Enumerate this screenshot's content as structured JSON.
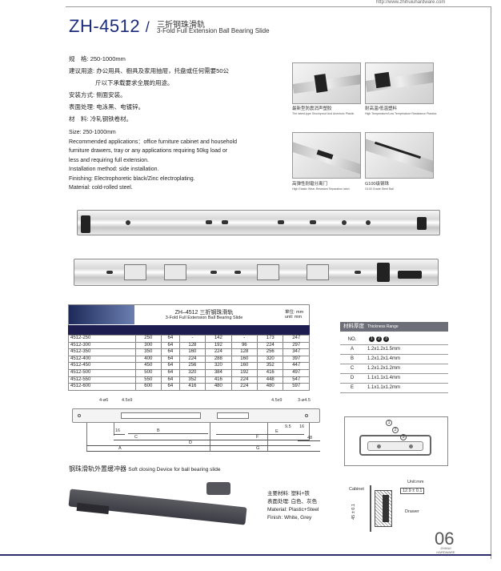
{
  "header": {
    "url": "http://www.zhihuiuhardware.com",
    "model": "ZH-4512",
    "slash": "/",
    "title_cn": "三折钢珠滑轨",
    "title_en": "3-Fold Full Extension Ball Bearing Slide"
  },
  "spec_cn": [
    {
      "label": "规　格:",
      "value": "250-1000mm"
    },
    {
      "label": "建议用途:",
      "value": "办公用具、橱具及家用抽屉，托盘或任何需要50公"
    },
    {
      "label": "",
      "value": "斤以下承载要求全展的用途。"
    },
    {
      "label": "安装方式:",
      "value": "侧面安装。"
    },
    {
      "label": "表面处理:",
      "value": "电泳黑、电镀锌。"
    },
    {
      "label": "材　料:",
      "value": "冷轧钢铁卷材。"
    }
  ],
  "spec_en": [
    "Size: 250-1000mm",
    "Recommended applications：office furniture cabinet and household",
    "furniture drawers, tray or any applications requiring 50kg load or",
    "less and requiring full extension.",
    "Installation method: side installation.",
    "Finishing: Electrophoretic black/Zinc electroplating.",
    "Material: cold-rolled steel."
  ],
  "features": [
    {
      "cn": "最新型防震消声塑胶",
      "en": "The latest-type Shockproof And Anechoic Plastic"
    },
    {
      "cn": "耐高温/低温塑料",
      "en": "High Temperature/Low Temperature Resistance Plastics"
    },
    {
      "cn": "高弹性耐磨分离门",
      "en": "High Elastic Wear-Resistant Separation latch"
    },
    {
      "cn": "G100级钢珠",
      "en": "G100 Grade Steel Ball"
    }
  ],
  "table": {
    "title_cn": "ZH–4512 三折钢珠滑轨",
    "title_en": "3-Fold Full Extension Ball Bearing Slide",
    "unit_cn": "单位: mm",
    "unit_en": "unit: mm",
    "rows": [
      [
        "4512-250",
        "250",
        "64",
        "-",
        "142",
        "-",
        "173",
        "247"
      ],
      [
        "4512-300",
        "300",
        "64",
        "128",
        "192",
        "96",
        "224",
        "297"
      ],
      [
        "4512-350",
        "350",
        "64",
        "160",
        "224",
        "128",
        "256",
        "347"
      ],
      [
        "4512-400",
        "400",
        "64",
        "224",
        "288",
        "160",
        "320",
        "397"
      ],
      [
        "4512-450",
        "450",
        "64",
        "256",
        "320",
        "160",
        "352",
        "447"
      ],
      [
        "4512-500",
        "500",
        "64",
        "320",
        "384",
        "192",
        "416",
        "497"
      ],
      [
        "4512-550",
        "550",
        "64",
        "352",
        "416",
        "224",
        "448",
        "547"
      ],
      [
        "4512-600",
        "600",
        "64",
        "416",
        "480",
        "224",
        "480",
        "597"
      ]
    ]
  },
  "thickness": {
    "title_cn": "材料厚度",
    "title_en": "Thickness Range",
    "no_label": "NO.",
    "markers": [
      "1",
      "2",
      "3"
    ],
    "rows": [
      {
        "no": "A",
        "value": "1.2x1.2x1.5mm"
      },
      {
        "no": "B",
        "value": "1.2x1.2x1.4mm"
      },
      {
        "no": "C",
        "value": "1.2x1.2x1.2mm"
      },
      {
        "no": "D",
        "value": "1.1x1.1x1.4mm"
      },
      {
        "no": "E",
        "value": "1.1x1.1x1.2mm"
      }
    ]
  },
  "drawing": {
    "labels": {
      "hole1": "4-ø6",
      "hole2": "4.5x9",
      "hole3": "4.5x9",
      "hole4": "3-ø4.5",
      "d16a": "16",
      "dC": "C",
      "dB": "B",
      "dD": "D",
      "dA": "A",
      "d95": "9.5",
      "d16b": "16",
      "dE": "E",
      "dF": "F",
      "d48": "48",
      "dG": "G"
    },
    "section_marks": [
      "1",
      "2",
      "3"
    ]
  },
  "soft_close": {
    "title_cn": "钢珠滑轨外置缓冲器",
    "title_en": "Soft closing Device for ball bearing slide",
    "lines": [
      "主要材料: 塑料+铁",
      "表面处理: 白色、灰色",
      "Material: Plastic+Steel",
      "Finish: White, Grey"
    ]
  },
  "install": {
    "unit": "Unit:mm",
    "cabinet": "Cabinet",
    "gap": "12.9 ± 0.1",
    "drawer": "Drawer",
    "height": "45 ± 0.1"
  },
  "footer": {
    "page": "06",
    "brand1": "ZHIHUI",
    "brand2": "HARDWARE"
  },
  "colors": {
    "model": "#1b2a7a",
    "band": "#1d1d4f",
    "thickness_head": "#6c6e78",
    "rule": "#2d2d6b"
  }
}
